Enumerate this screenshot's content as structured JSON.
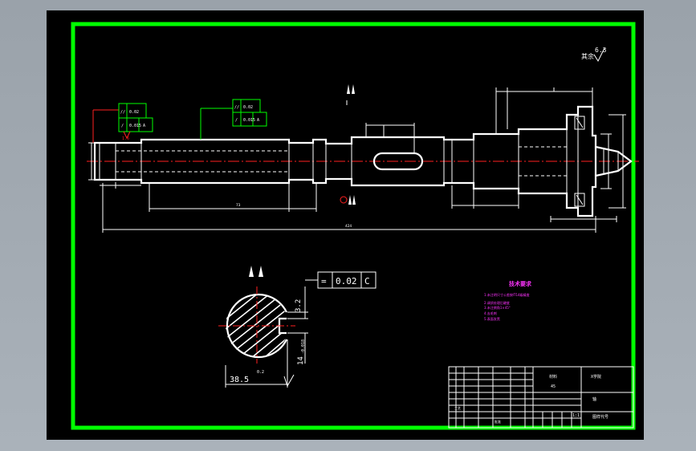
{
  "roughness_note": {
    "label": "其余",
    "value": "6.3"
  },
  "main_view": {
    "left_box": {
      "rows": [
        [
          "//",
          "0.02"
        ],
        [
          "/",
          "0.015",
          "A"
        ]
      ]
    },
    "right_box": {
      "rows": [
        [
          "//",
          "0.02"
        ],
        [
          "/",
          "0.015",
          "A"
        ]
      ]
    },
    "left_roughness": "1.6",
    "dim_total": "424",
    "dim_mid": "73"
  },
  "section_view": {
    "tolerance_frame": [
      "=",
      "0.02",
      "C"
    ],
    "depth_dim": "3.2",
    "width_dim": "14",
    "width_tol": "-0.018",
    "diameter_dim": "38.5",
    "diameter_tol": "0.2"
  },
  "tech_requirements": {
    "title": "技术要求",
    "items": [
      "1.未注明尺寸公差按IT14级精度",
      "2.调质处理后硬度",
      "3.未注倒角1×45°",
      "4.去毛刺",
      "5.表面发黑"
    ]
  },
  "title_block": {
    "material_label": "材料",
    "material_value": "45",
    "school": "X学院",
    "part_name": "轴",
    "drawing_no": "图样代号",
    "scale": "1:1",
    "process": "工艺",
    "approve": "批准"
  }
}
